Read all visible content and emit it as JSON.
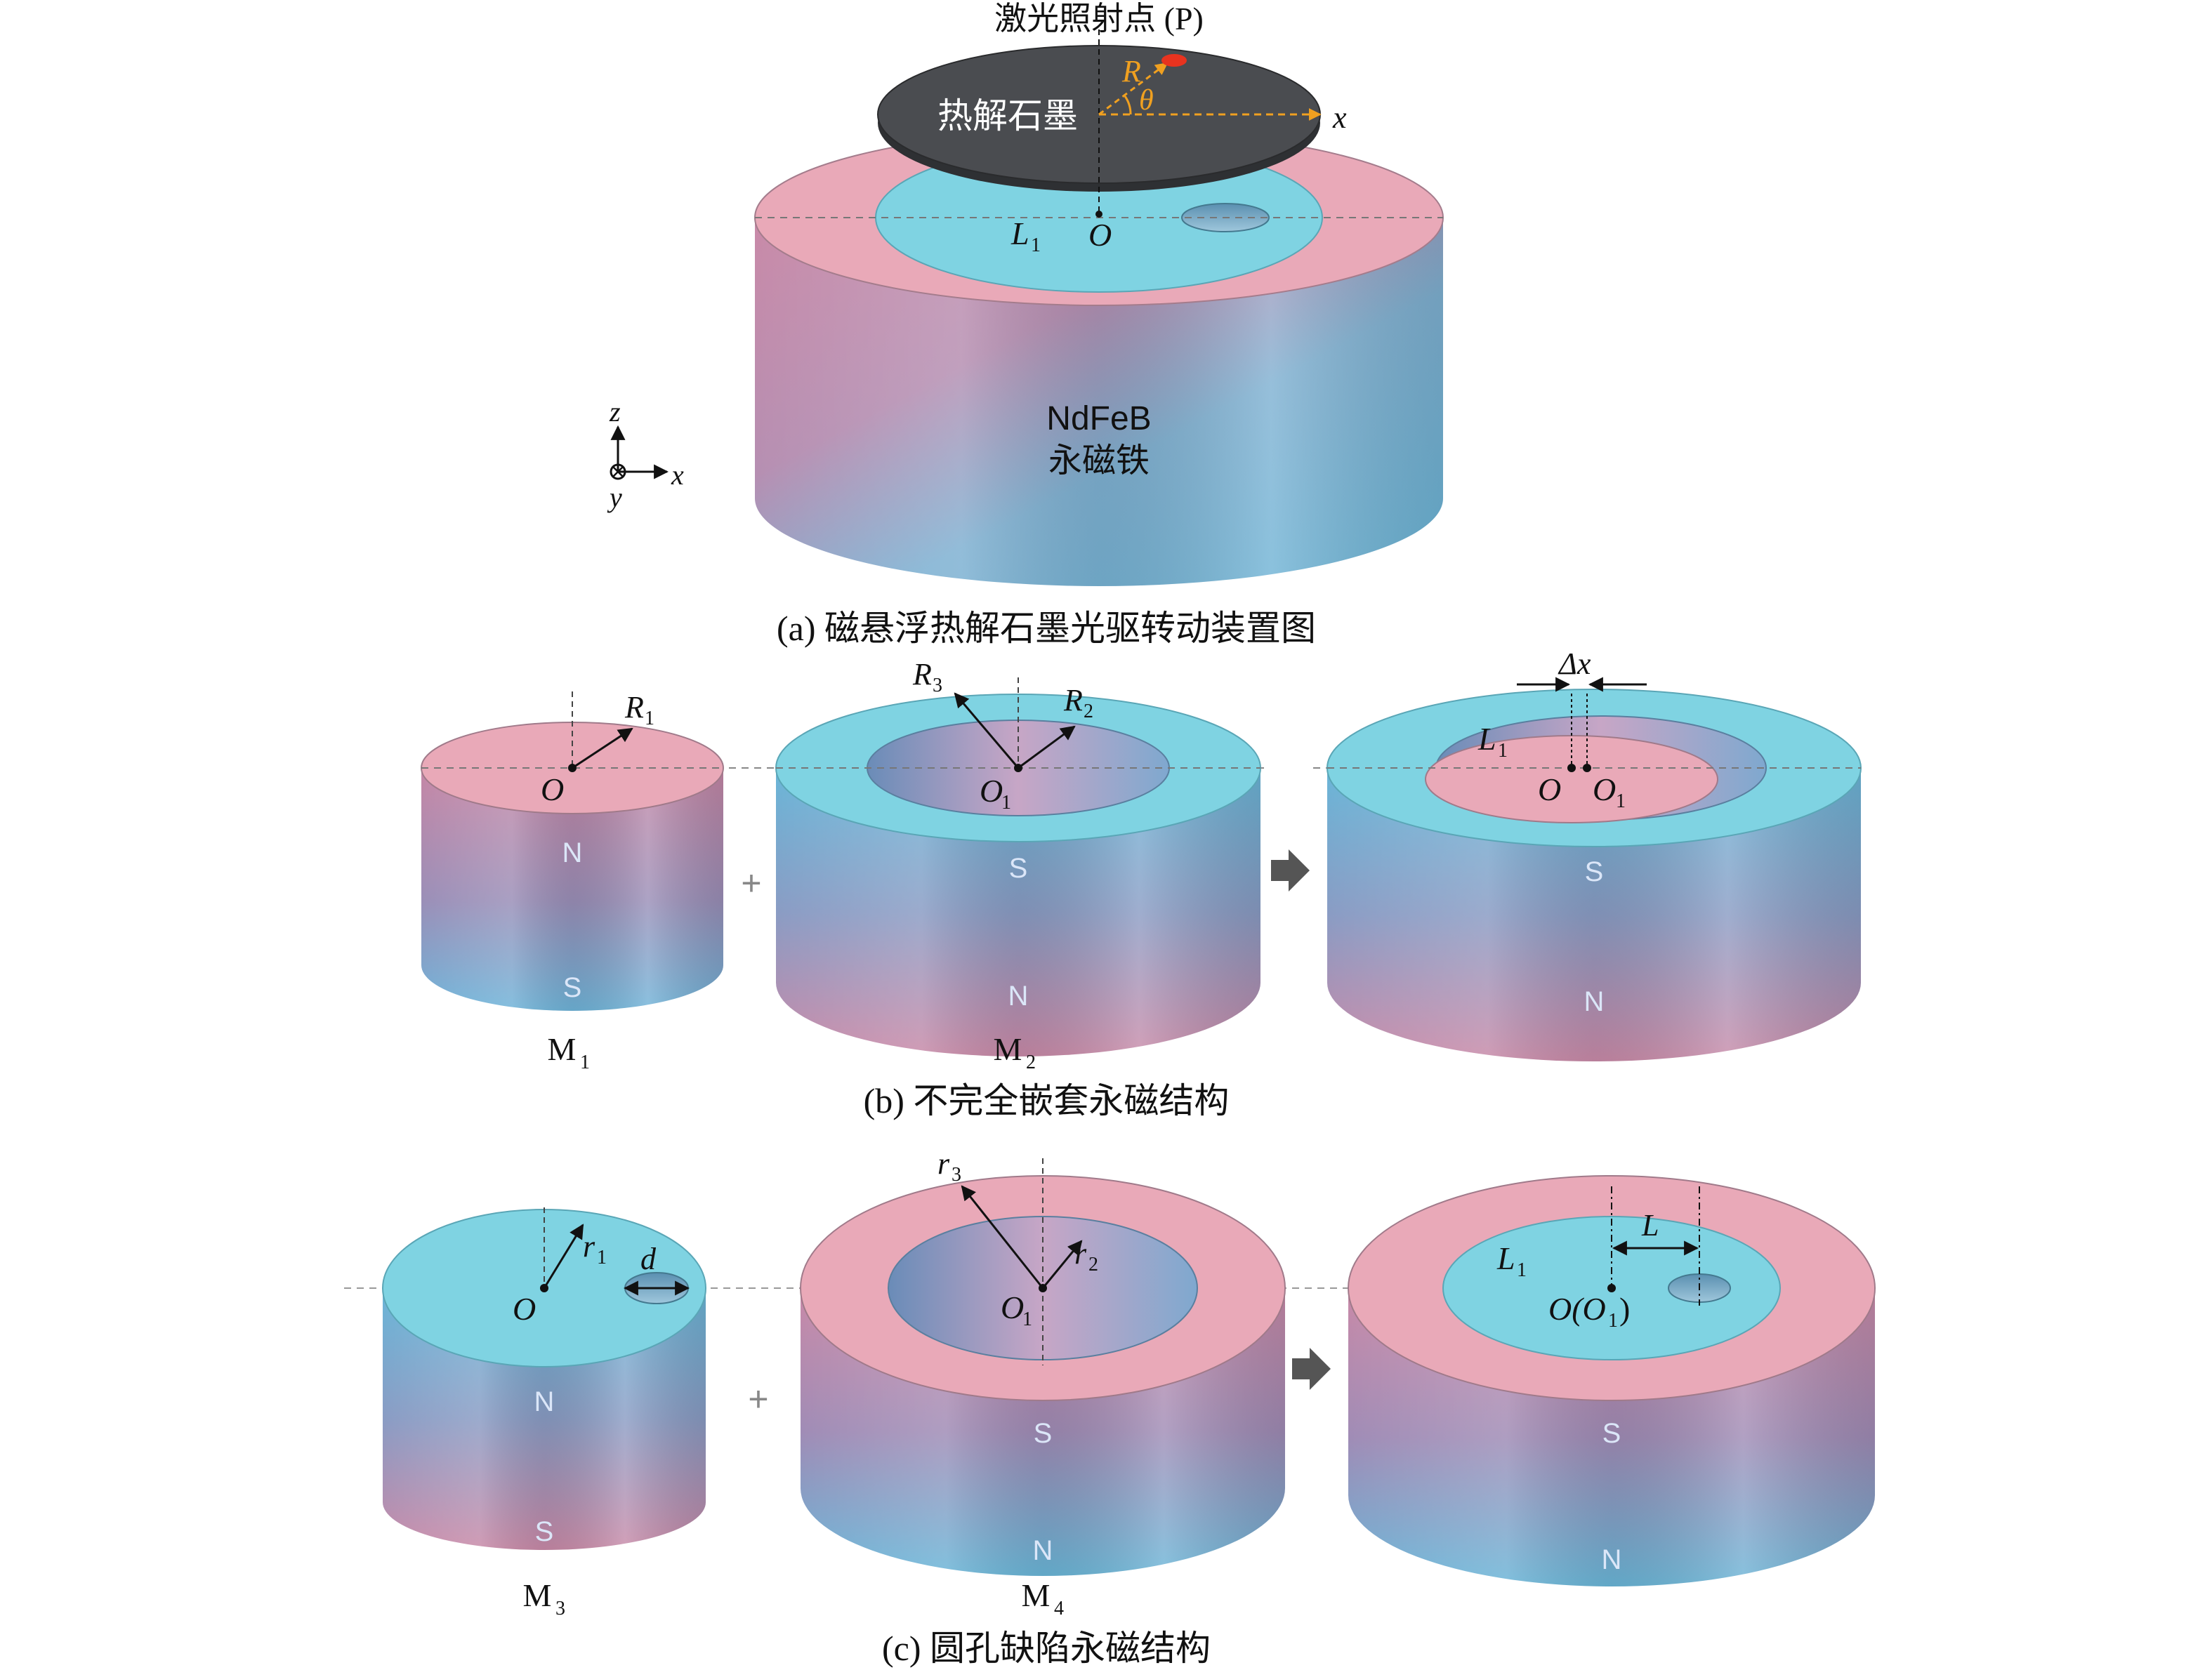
{
  "colors": {
    "pink": "#e9a9b8",
    "cyan": "#7fd3e2",
    "graphite": "#4a4c50",
    "laser": "#e8331f",
    "annot": "#f0a020",
    "line": "#111111",
    "pole_text": "#dbe6f8"
  },
  "panel_a": {
    "caption": "(a) 磁悬浮热解石墨光驱转动装置图",
    "laser_label": "激光照射点 (P)",
    "graphite_label": "热解石墨",
    "R": "R",
    "theta": "θ",
    "x_axis": "x",
    "L1": "L",
    "L1_sub": "1",
    "O": "O",
    "magnet_line1": "NdFeB",
    "magnet_line2": "永磁铁",
    "axes": {
      "z": "z",
      "x": "x",
      "y": "y"
    }
  },
  "panel_b": {
    "caption": "(b) 不完全嵌套永磁结构",
    "M1": {
      "name": "M",
      "sub": "1",
      "R": "R",
      "R_sub": "1",
      "O": "O",
      "top_pole": "N",
      "bottom_pole": "S"
    },
    "M2": {
      "name": "M",
      "sub": "2",
      "R3": "R",
      "R3_sub": "3",
      "R2": "R",
      "R2_sub": "2",
      "O": "O",
      "O_sub": "1",
      "top_pole": "S",
      "bottom_pole": "N"
    },
    "combined": {
      "dx": "Δx",
      "L": "L",
      "L_sub": "1",
      "O": "O",
      "O1": "O",
      "O1_sub": "1",
      "top_pole": "S",
      "bottom_pole": "N"
    },
    "plus": "+"
  },
  "panel_c": {
    "caption": "(c) 圆孔缺陷永磁结构",
    "M3": {
      "name": "M",
      "sub": "3",
      "r": "r",
      "r_sub": "1",
      "d": "d",
      "O": "O",
      "top_pole": "N",
      "bottom_pole": "S"
    },
    "M4": {
      "name": "M",
      "sub": "4",
      "r3": "r",
      "r3_sub": "3",
      "r2": "r",
      "r2_sub": "2",
      "O": "O",
      "O_sub": "1",
      "top_pole": "S",
      "bottom_pole": "N"
    },
    "combined": {
      "L": "L",
      "L1": "L",
      "L1_sub": "1",
      "O_label": "O(O",
      "O_sub": "1",
      "O_close": ")",
      "top_pole": "S",
      "bottom_pole": "N"
    },
    "plus": "+"
  }
}
